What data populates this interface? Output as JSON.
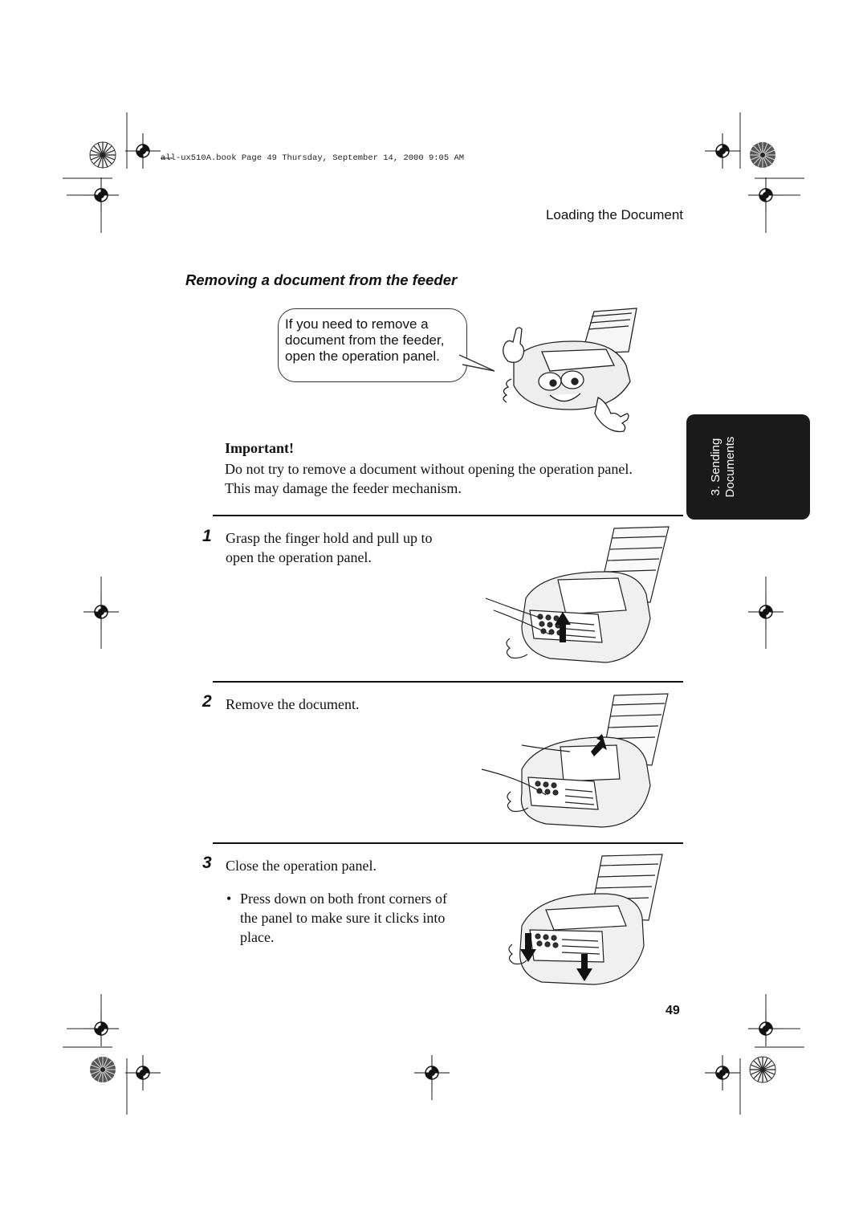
{
  "print_header": "all-ux510A.book  Page 49  Thursday, September 14, 2000  9:05 AM",
  "running_head": "Loading the Document",
  "section_title": "Removing a document from the feeder",
  "speech_bubble": {
    "lines": [
      "If you need to remove a",
      "document from the feeder,",
      "open the operation panel."
    ]
  },
  "important": {
    "title": "Important!",
    "lines": [
      "Do not try to remove a document without opening the operation panel.",
      "This may damage the feeder mechanism."
    ]
  },
  "steps": [
    {
      "number": "1",
      "lines": [
        "Grasp the finger hold and pull up to",
        "open the operation panel."
      ]
    },
    {
      "number": "2",
      "lines": [
        "Remove the document."
      ]
    },
    {
      "number": "3",
      "lines": [
        "Close the operation panel."
      ],
      "bullet": {
        "symbol": "•",
        "lines": [
          "Press down on both front corners of",
          "the panel to make sure it clicks into",
          "place."
        ]
      }
    }
  ],
  "side_tab": {
    "lines": [
      "3. Sending",
      "Documents"
    ],
    "color": "#1a1a1a"
  },
  "page_number": "49",
  "icons": [
    "registration-mark-icon",
    "color-target-icon",
    "fax-mascot-illustration",
    "fax-machine-illustration",
    "arrow-up-icon",
    "arrow-down-icon"
  ]
}
